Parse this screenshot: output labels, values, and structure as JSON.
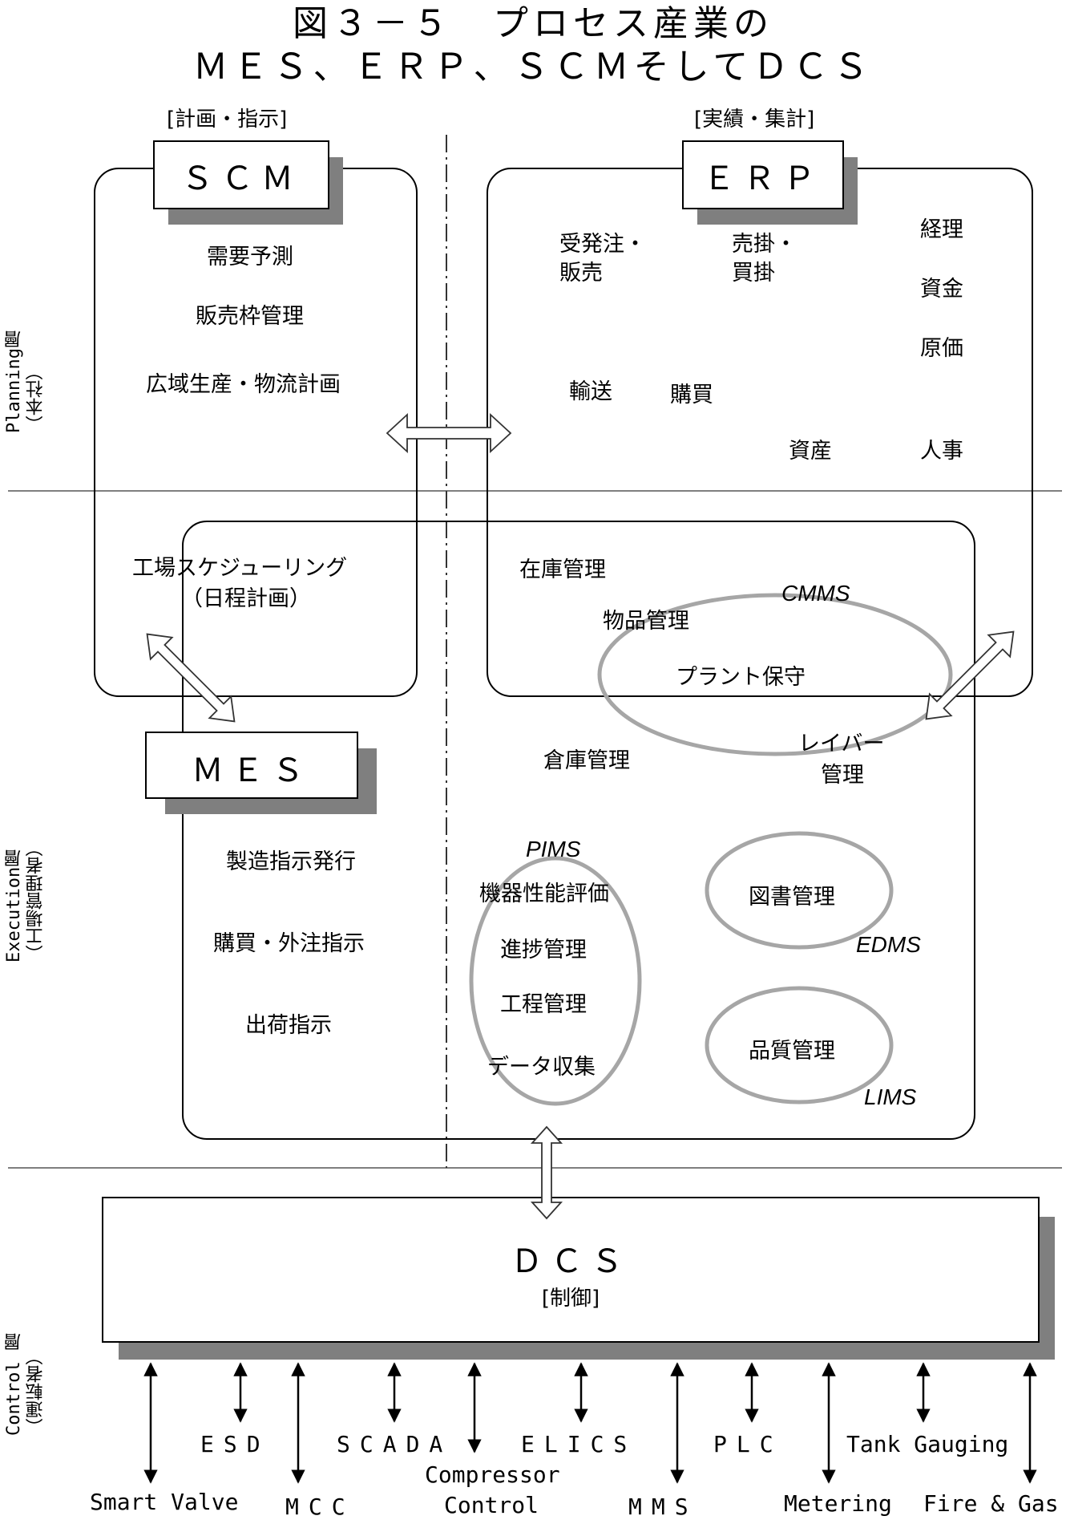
{
  "title": {
    "line1": "図３－５　プロセス産業の",
    "line2": "ＭＥＳ、ＥＲＰ、ＳＣＭそしてＤＣＳ"
  },
  "column_headers": {
    "left": "[計画・指示]",
    "right": "[実績・集計]"
  },
  "layers": {
    "planning": [
      "Planning層",
      "（本社）"
    ],
    "execution": [
      "Execution層",
      "（工場管理者）"
    ],
    "control": [
      "Control 層",
      "（運転者）"
    ]
  },
  "scm": {
    "label": "ＳＣＭ",
    "items": [
      "需要予測",
      "販売枠管理",
      "広域生産・物流計画"
    ]
  },
  "erp": {
    "label": "ＥＲＰ",
    "items": {
      "juhatchu_1": "受発注・",
      "juhatchu_2": "販売",
      "urikake_1": "売掛・",
      "urikake_2": "買掛",
      "keiri": "経理",
      "shikin": "資金",
      "genka": "原価",
      "yuso": "輸送",
      "kobai": "購買",
      "shisan": "資産",
      "jinji": "人事"
    }
  },
  "factory": {
    "scheduling_1": "工場スケジューリング",
    "scheduling_2": "（日程計画）",
    "zaiko": "在庫管理",
    "buppin": "物品管理",
    "plant_hoshu": "プラント保守",
    "cmms": "CMMS",
    "soko": "倉庫管理",
    "labor_1": "レイバー",
    "labor_2": "管理"
  },
  "mes": {
    "label": "ＭＥＳ",
    "items": [
      "製造指示発行",
      "購買・外注指示",
      "出荷指示"
    ],
    "pims": "PIMS",
    "pims_items": [
      "機器性能評価",
      "進捗管理",
      "工程管理",
      "データ収集"
    ],
    "tosho": "図書管理",
    "edms": "EDMS",
    "hinshitsu": "品質管理",
    "lims": "LIMS"
  },
  "dcs": {
    "label": "ＤＣＳ",
    "sub": "[制御]"
  },
  "control_devices": {
    "row_upper": [
      "ESD",
      "SCADA",
      "ELICS",
      "PLC",
      "Tank Gauging"
    ],
    "row_lower": [
      "Smart Valve",
      "MCC",
      "MMS",
      "Metering",
      "Fire & Gas"
    ],
    "compressor_1": "Compressor",
    "compressor_2": "Control"
  }
}
